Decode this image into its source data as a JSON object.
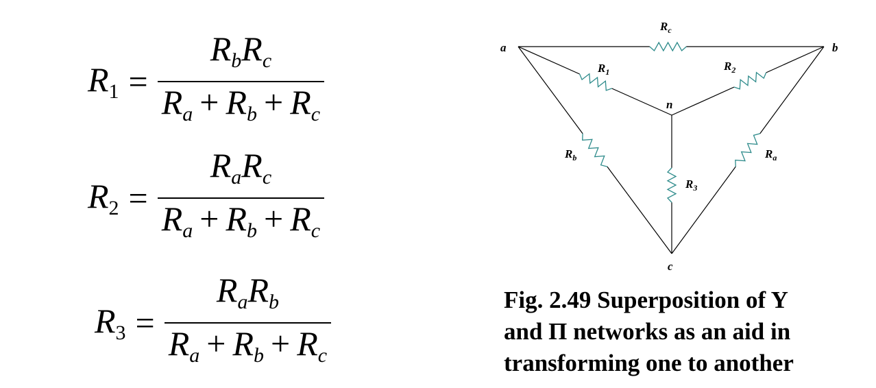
{
  "equations": [
    {
      "lhs": "R",
      "lhs_sub": "1",
      "eq": "=",
      "num": [
        {
          "R": "R",
          "s": "b"
        },
        {
          "R": "R",
          "s": "c"
        }
      ],
      "den": [
        {
          "R": "R",
          "s": "a"
        },
        {
          "R": "R",
          "s": "b"
        },
        {
          "R": "R",
          "s": "c"
        }
      ],
      "plus": "+"
    },
    {
      "lhs": "R",
      "lhs_sub": "2",
      "eq": "=",
      "num": [
        {
          "R": "R",
          "s": "a"
        },
        {
          "R": "R",
          "s": "c"
        }
      ],
      "den": [
        {
          "R": "R",
          "s": "a"
        },
        {
          "R": "R",
          "s": "b"
        },
        {
          "R": "R",
          "s": "c"
        }
      ],
      "plus": "+"
    },
    {
      "lhs": "R",
      "lhs_sub": "3",
      "eq": "=",
      "num": [
        {
          "R": "R",
          "s": "a"
        },
        {
          "R": "R",
          "s": "b"
        }
      ],
      "den": [
        {
          "R": "R",
          "s": "a"
        },
        {
          "R": "R",
          "s": "b"
        },
        {
          "R": "R",
          "s": "c"
        }
      ],
      "plus": "+"
    }
  ],
  "diagram": {
    "nodes": {
      "a": "a",
      "b": "b",
      "c": "c",
      "n": "n"
    },
    "resistors": {
      "Rc": "c",
      "R1": "1",
      "R2": "2",
      "Rb": "b",
      "Ra": "a",
      "R3": "3"
    },
    "resistor_letter": "R",
    "resistor_color": "#2e8b8b",
    "wire_color": "#000000"
  },
  "caption": {
    "lines": [
      "Fig. 2.49 Superposition of  Y",
      "and Π networks as an aid in",
      "transforming one to another"
    ]
  }
}
